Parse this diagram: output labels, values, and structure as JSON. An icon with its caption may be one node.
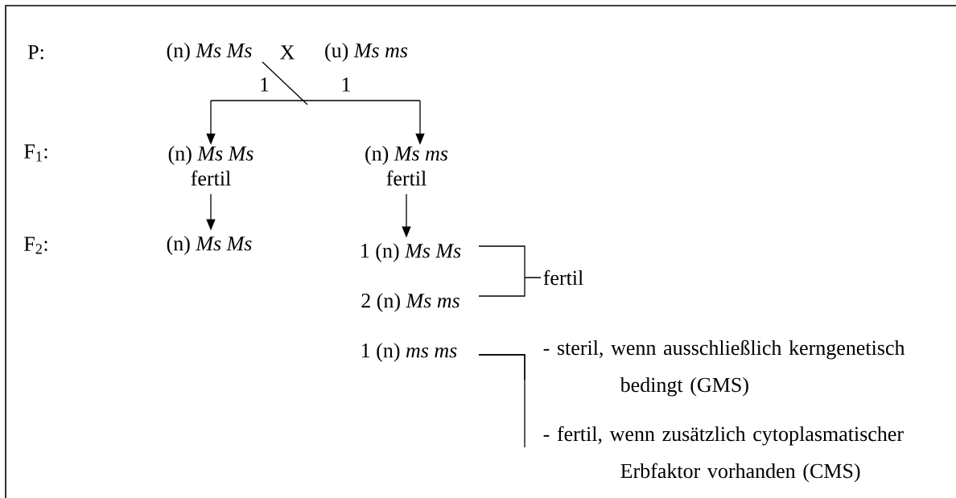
{
  "diagram": {
    "nodes": [
      {
        "text": [
          "(n) *Ms Ms*"
        ]
      },
      {
        "text": [
          "(u) *Ms ms*"
        ]
      },
      {
        "text": [
          "(n) *Ms Ms*",
          "fertil"
        ]
      },
      {
        "text": [
          "(n) *Ms ms*",
          "fertil"
        ]
      },
      {
        "text": [
          "(n) *Ms Ms*"
        ]
      },
      {
        "text": [
          "1 (n) *Ms Ms*"
        ]
      },
      {
        "text": [
          "2 (n) *Ms ms*"
        ]
      },
      {
        "text": [
          "fertil"
        ]
      },
      {
        "text": [
          "1 (n) *ms ms*"
        ]
      },
      {
        "text": [
          "- steril, wenn ausschließlich kerngenetisch bedingt (GMS)"
        ]
      },
      {
        "text": [
          "- fertil, wenn zusätzlich cytoplasmatischer Erbfaktor vorhanden (CMS)"
        ]
      }
    ],
    "edges": [
      {
        "from": 0,
        "to": 2,
        "arrow": "to",
        "label": "1"
      },
      {
        "from": 0,
        "to": 3,
        "arrow": "to",
        "label": "1"
      },
      {
        "from": 2,
        "to": 4,
        "arrow": "to"
      },
      {
        "from": 3,
        "to": 5,
        "arrow": "to"
      },
      {
        "from": 5,
        "to": 7,
        "arrow": "none"
      },
      {
        "from": 6,
        "to": 7,
        "arrow": "none"
      },
      {
        "from": 8,
        "to": 9,
        "arrow": "none"
      },
      {
        "from": 8,
        "to": 10,
        "arrow": "none"
      }
    ],
    "labels": [
      "P:",
      "X",
      "F$_{1}$:",
      "F$_{2}$:"
    ]
  }
}
